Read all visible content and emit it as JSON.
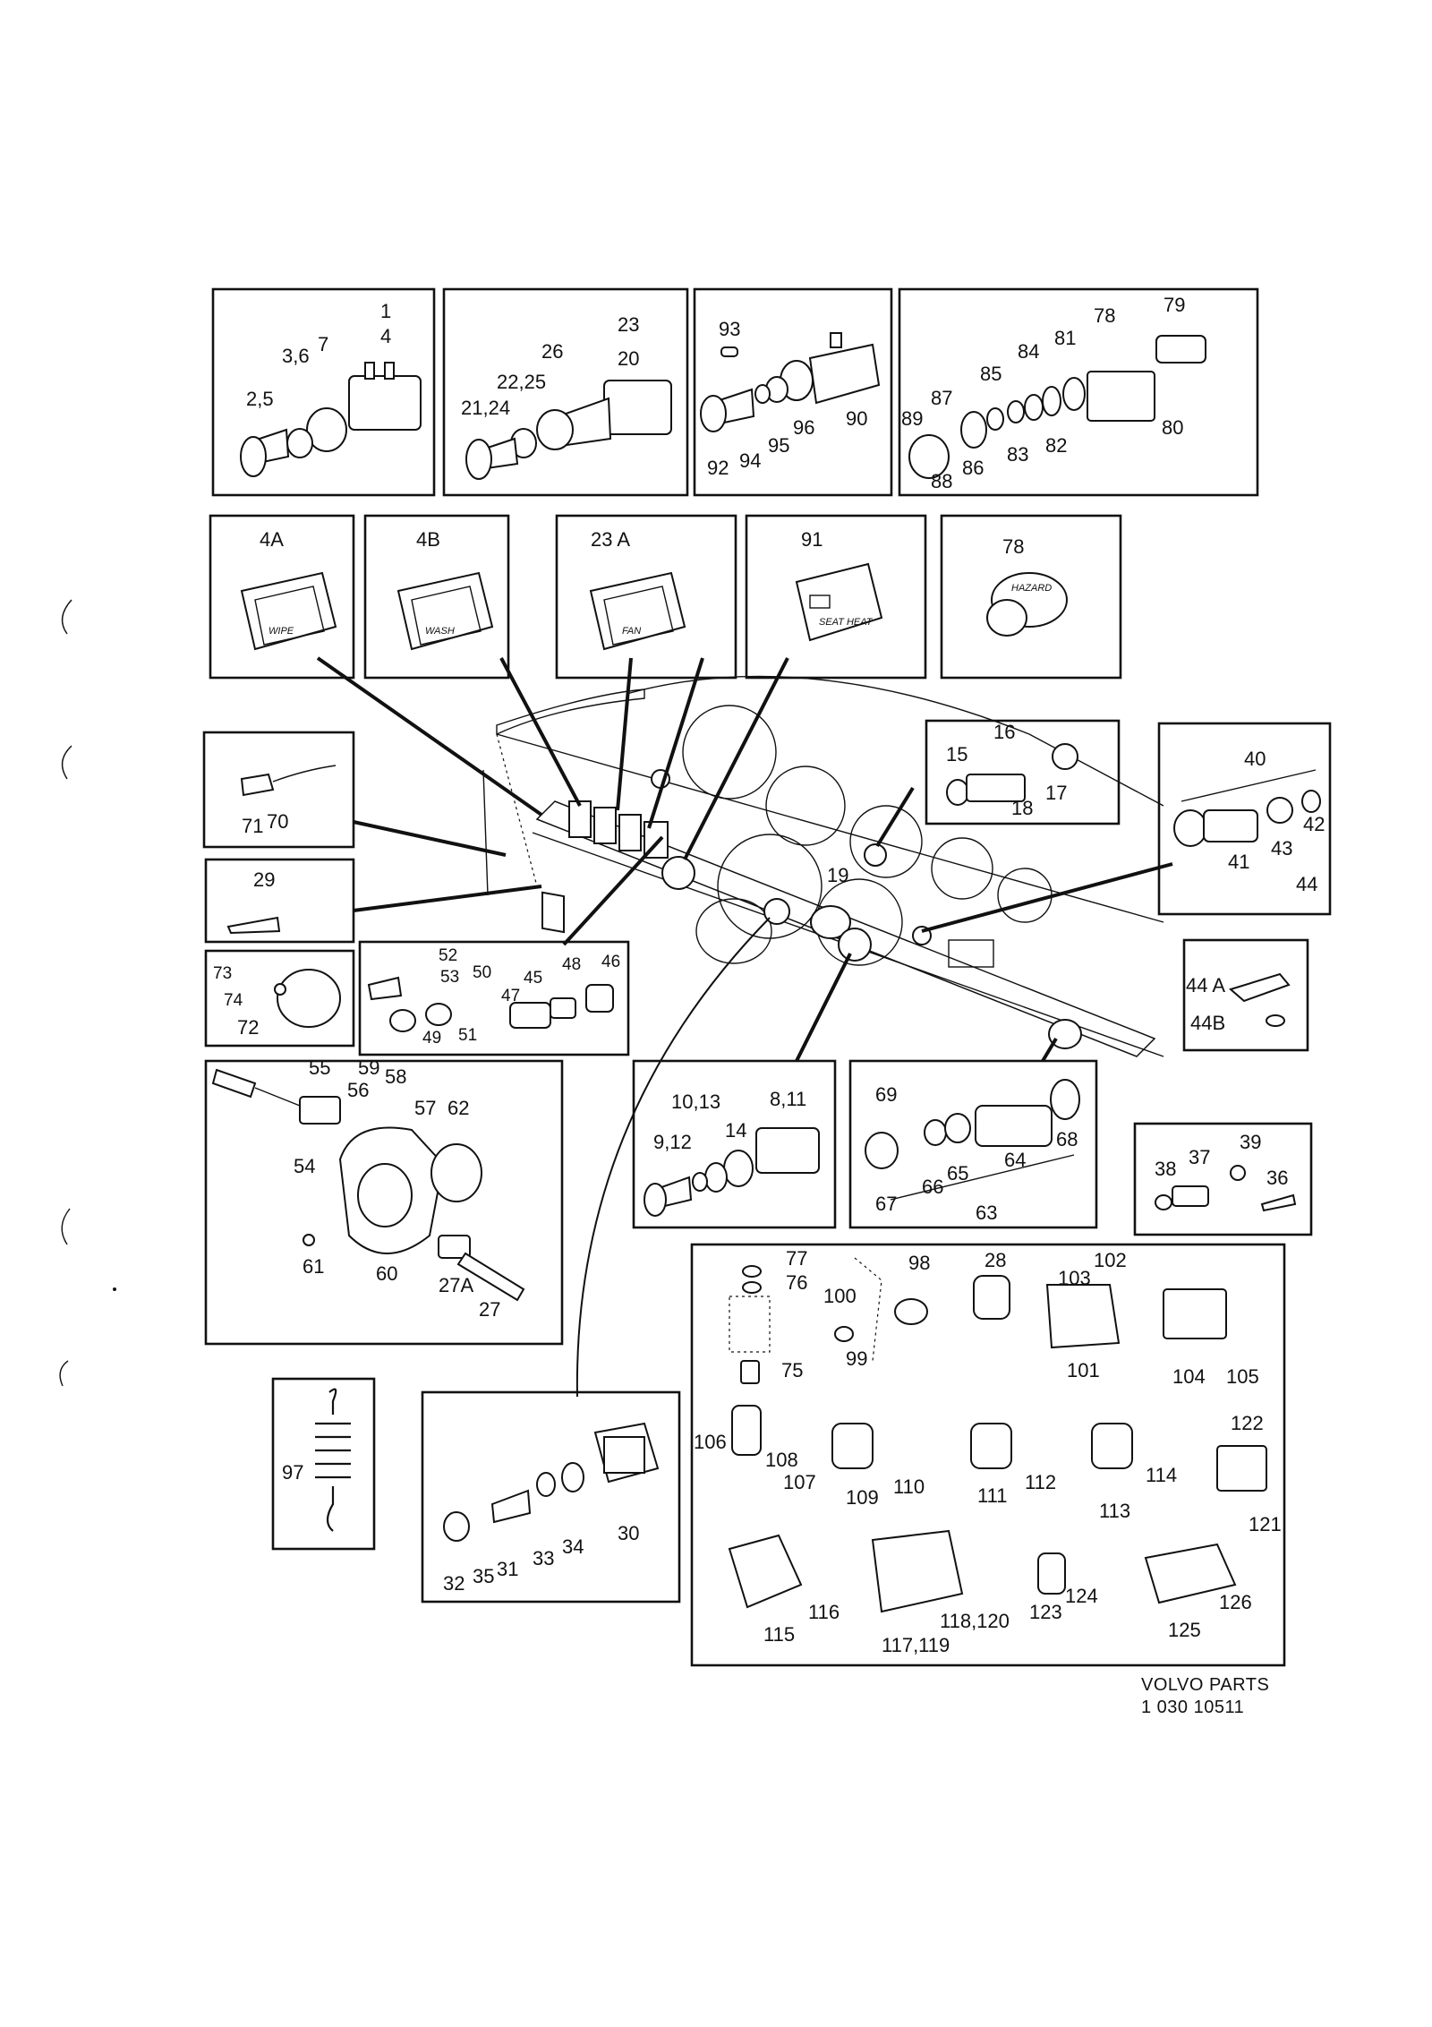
{
  "footer": {
    "line1": "VOLVO PARTS",
    "line2": "1 030  10511"
  },
  "inserts": {
    "wipe": "WIPE",
    "wash": "WASH",
    "fan": "FAN",
    "seat_heat": "SEAT HEAT",
    "hazard": "HAZARD"
  },
  "panels": {
    "p1": {
      "labels": [
        "1",
        "4",
        "3,6",
        "7",
        "2,5"
      ]
    },
    "p2": {
      "labels": [
        "23",
        "20",
        "26",
        "22,25",
        "21,24"
      ]
    },
    "p3": {
      "labels": [
        "93",
        "90",
        "96",
        "95",
        "94",
        "92"
      ]
    },
    "p4": {
      "labels": [
        "78",
        "79",
        "81",
        "84",
        "85",
        "87",
        "89",
        "80",
        "82",
        "83",
        "86",
        "88"
      ]
    },
    "p4a": {
      "labels": [
        "4A"
      ]
    },
    "p4b": {
      "labels": [
        "4B"
      ]
    },
    "p23a": {
      "labels": [
        "23 A"
      ]
    },
    "p91": {
      "labels": [
        "91"
      ]
    },
    "p78": {
      "labels": [
        "78"
      ]
    },
    "p70": {
      "labels": [
        "71",
        "70"
      ]
    },
    "p29": {
      "labels": [
        "29"
      ]
    },
    "p72": {
      "labels": [
        "73",
        "74",
        "72"
      ]
    },
    "p45": {
      "labels": [
        "52",
        "53",
        "50",
        "48",
        "46",
        "45",
        "47",
        "49",
        "51"
      ]
    },
    "p15": {
      "labels": [
        "16",
        "15",
        "18",
        "17"
      ]
    },
    "p40": {
      "labels": [
        "40",
        "42",
        "43",
        "41",
        "44"
      ]
    },
    "p44a": {
      "labels": [
        "44 A",
        "44B"
      ]
    },
    "p60": {
      "labels": [
        "55",
        "59",
        "58",
        "56",
        "57",
        "62",
        "54",
        "61",
        "60",
        "27A",
        "27"
      ]
    },
    "p8": {
      "labels": [
        "10,13",
        "8,11",
        "9,12",
        "14"
      ]
    },
    "p63": {
      "labels": [
        "69",
        "68",
        "64",
        "65",
        "66",
        "67",
        "63"
      ]
    },
    "p36": {
      "labels": [
        "39",
        "38",
        "37",
        "36"
      ]
    },
    "p97": {
      "labels": [
        "97"
      ]
    },
    "p30": {
      "labels": [
        "30",
        "34",
        "33",
        "31",
        "35",
        "32"
      ]
    },
    "prelay": {
      "labels": [
        "77",
        "76",
        "98",
        "28",
        "102",
        "103",
        "100",
        "99",
        "75",
        "101",
        "104",
        "105",
        "122",
        "106",
        "108",
        "107",
        "110",
        "109",
        "111",
        "112",
        "114",
        "113",
        "121",
        "116",
        "115",
        "118,120",
        "117,119",
        "124",
        "123",
        "126",
        "125"
      ]
    },
    "dash": {
      "labels": [
        "19"
      ]
    }
  }
}
